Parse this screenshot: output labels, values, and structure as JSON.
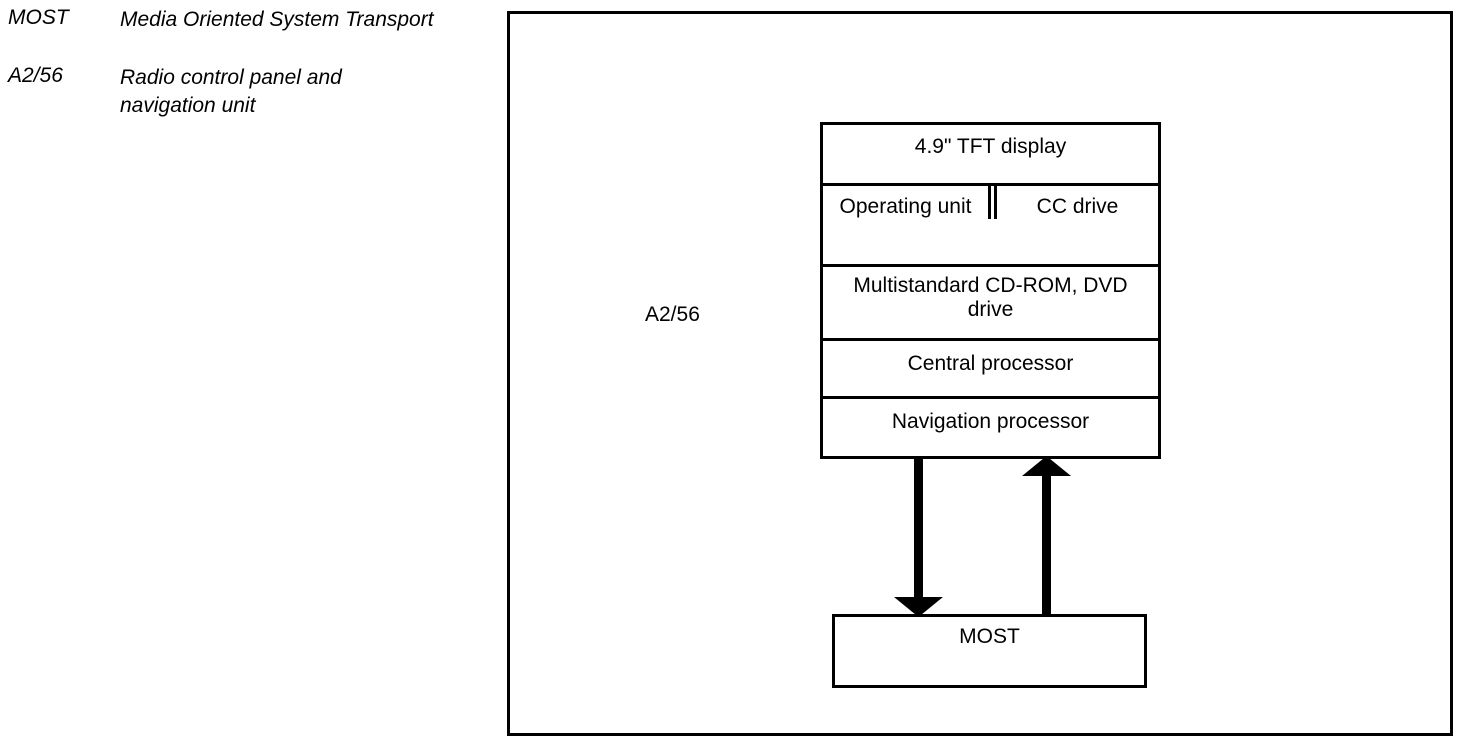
{
  "legend": {
    "items": [
      {
        "term": "MOST",
        "definition_lines": [
          "Media Oriented System Transport",
          ""
        ]
      },
      {
        "term": "A2/56",
        "definition_lines": [
          "Radio control panel and",
          "navigation unit"
        ]
      }
    ]
  },
  "diagram": {
    "device_label": "A2/56",
    "blocks": {
      "display": "4.9\" TFT display",
      "operating_unit": "Operating unit",
      "cc_drive": "CC drive",
      "cdrom_drive": "Multistandard CD-ROM, DVD drive",
      "central_processor": "Central processor",
      "navigation_processor": "Navigation processor"
    },
    "bus_label": "MOST",
    "arrows": [
      {
        "direction": "down",
        "from": "Navigation processor",
        "to": "MOST"
      },
      {
        "direction": "up",
        "from": "MOST",
        "to": "Navigation processor"
      }
    ],
    "colors": {
      "line": "#000000",
      "background": "#ffffff"
    }
  }
}
